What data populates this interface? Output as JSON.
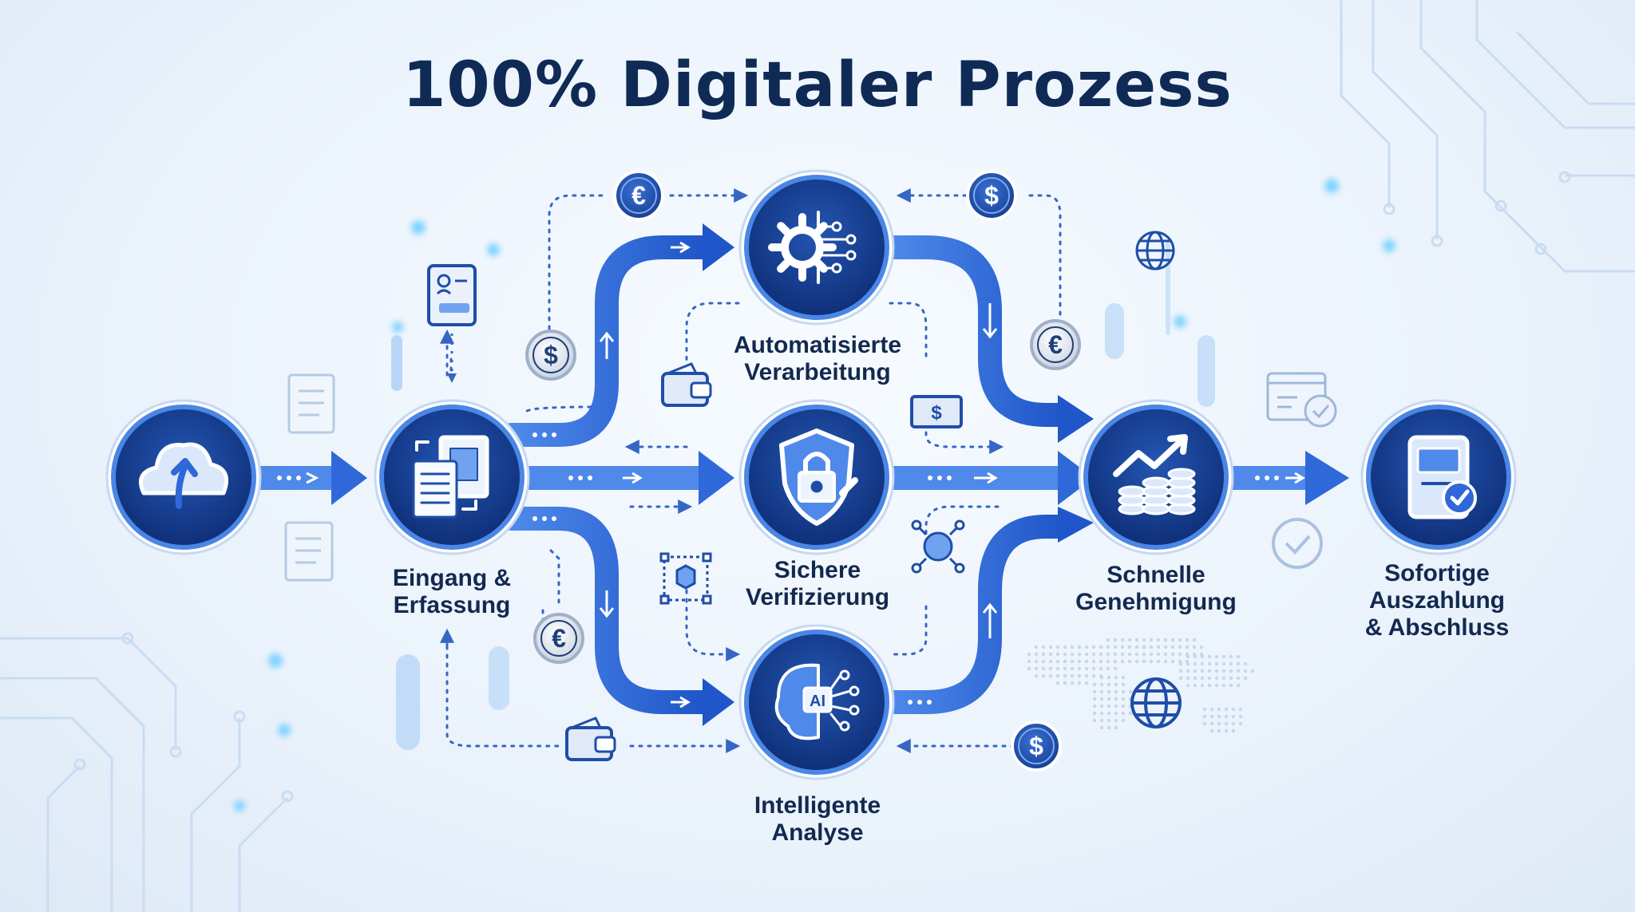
{
  "title": "100% Digitaler Prozess",
  "steps": [
    {
      "id": "upload",
      "lines": []
    },
    {
      "id": "intake",
      "lines": [
        "Eingang &",
        "Erfassung"
      ]
    },
    {
      "id": "processing",
      "lines": [
        "Automatisierte",
        "Verarbeitung"
      ]
    },
    {
      "id": "verification",
      "lines": [
        "Sichere",
        "Verifizierung"
      ]
    },
    {
      "id": "analysis",
      "lines": [
        "Intelligente",
        "Analyse"
      ]
    },
    {
      "id": "approval",
      "lines": [
        "Schnelle",
        "Genehmigung"
      ]
    },
    {
      "id": "payout",
      "lines": [
        "Sofortige",
        "Auszahlung",
        "& Abschluss"
      ]
    }
  ],
  "node_icons": [
    "cloud-upload-icon",
    "documents-icon",
    "gear-circuit-icon",
    "shield-lock-icon",
    "brain-ai-icon",
    "chart-coins-icon",
    "tablet-check-icon"
  ],
  "ai_badge": "AI",
  "currency_symbols": {
    "euro": "€",
    "dollar": "$"
  },
  "colors": {
    "title": "#0f2a55",
    "node_dark": "#17408f",
    "node_ring": "#3f7be0",
    "arrow": "#2f68d8",
    "arrow_light": "#5b95ef",
    "label": "#13294f"
  }
}
